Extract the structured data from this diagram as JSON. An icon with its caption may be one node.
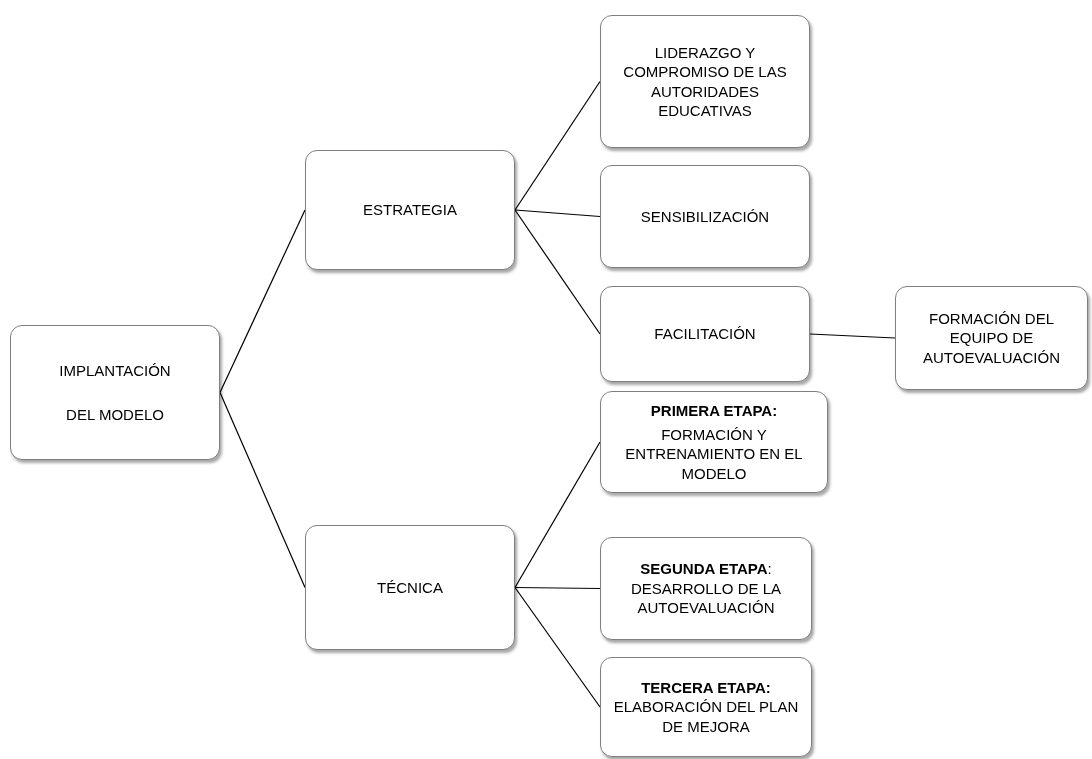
{
  "diagram": {
    "nodes": [
      {
        "text": [
          "IMPLANTACIÓN",
          "DEL  MODELO"
        ]
      },
      {
        "text": [
          "ESTRATEGIA"
        ]
      },
      {
        "text": [
          "LIDERAZGO Y COMPROMISO DE LAS AUTORIDADES EDUCATIVAS"
        ]
      },
      {
        "text": [
          "SENSIBILIZACIÓN"
        ]
      },
      {
        "text": [
          "FACILITACIÓN"
        ]
      },
      {
        "text": [
          "FORMACIÓN DEL EQUIPO DE AUTOEVALUACIÓN"
        ]
      },
      {
        "text": [
          "TÉCNICA"
        ]
      },
      {
        "text": [
          "**PRIMERA ETAPA:**",
          "FORMACIÓN Y ENTRENAMIENTO EN EL MODELO"
        ]
      },
      {
        "text": [
          "**SEGUNDA ETAPA**: DESARROLLO DE LA AUTOEVALUACIÓN"
        ]
      },
      {
        "text": [
          "**TERCERA ETAPA:** ELABORACIÓN DEL PLAN DE MEJORA"
        ]
      }
    ],
    "edges": [
      {
        "from": 0,
        "to": 1,
        "arrow": "none"
      },
      {
        "from": 0,
        "to": 6,
        "arrow": "none"
      },
      {
        "from": 1,
        "to": 2,
        "arrow": "none"
      },
      {
        "from": 1,
        "to": 3,
        "arrow": "none"
      },
      {
        "from": 1,
        "to": 4,
        "arrow": "none"
      },
      {
        "from": 4,
        "to": 5,
        "arrow": "none"
      },
      {
        "from": 6,
        "to": 7,
        "arrow": "none"
      },
      {
        "from": 6,
        "to": 8,
        "arrow": "none"
      },
      {
        "from": 6,
        "to": 9,
        "arrow": "none"
      }
    ]
  }
}
